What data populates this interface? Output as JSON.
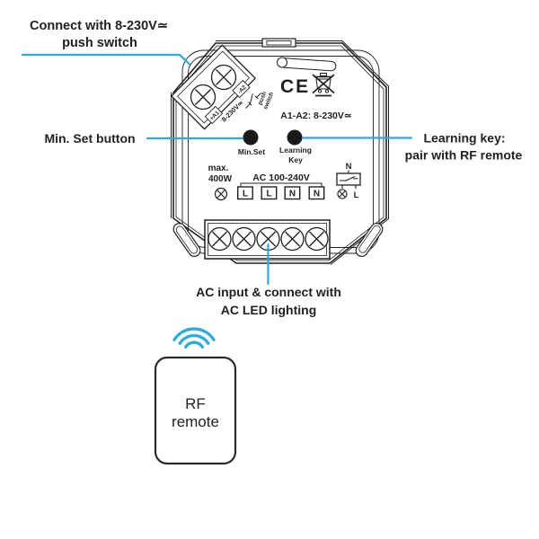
{
  "colors": {
    "line": "#231f20",
    "accent": "#29abe2",
    "background": "#ffffff",
    "button": "#1a1a1a"
  },
  "callouts": {
    "push_switch": {
      "line1": "Connect with 8-230V≃",
      "line2": "push switch"
    },
    "min_set": {
      "text": "Min. Set button"
    },
    "learning": {
      "line1": "Learning key:",
      "line2": "pair with RF remote"
    },
    "ac_input": {
      "line1": "AC input & connect with",
      "line2": "AC LED lighting"
    }
  },
  "device": {
    "ce_mark": "CE",
    "rating_label": "A1-A2: 8-230V≃",
    "buttons": {
      "min_set_label": "Min.Set",
      "learning_label_line1": "Learning",
      "learning_label_line2": "Key"
    },
    "power": {
      "max_line1": "max.",
      "max_line2": "400W",
      "input_rating": "AC 100-240V"
    },
    "terminals": {
      "labels": [
        "L",
        "L",
        "N",
        "N"
      ]
    },
    "push_terminal": {
      "a1": "+A1",
      "a2": "-A2",
      "rating": "8-230V≃",
      "purpose_line1": "push",
      "purpose_line2": "switch"
    },
    "relay": {
      "n_label": "N",
      "l_label": "L"
    }
  },
  "remote": {
    "line1": "RF",
    "line2": "remote"
  }
}
